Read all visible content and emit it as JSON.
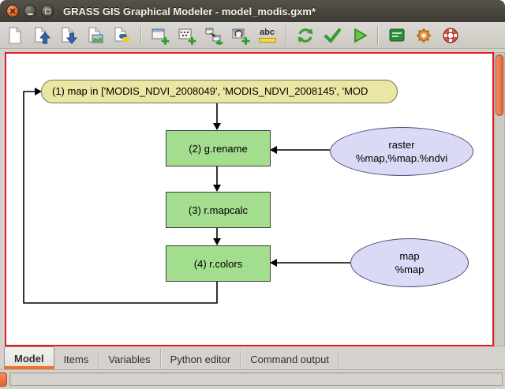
{
  "window": {
    "title": "GRASS GIS Graphical Modeler - model_modis.gxm*"
  },
  "toolbar": {
    "comment_label": "abc",
    "icons": [
      "new-model",
      "load-model",
      "save-model",
      "export-image",
      "export-python",
      "add-command",
      "add-data",
      "add-relation",
      "add-loop",
      "add-comment",
      "redraw-model",
      "validate-model",
      "run-model",
      "variables-panel",
      "model-settings",
      "help"
    ]
  },
  "canvas": {
    "loop_node": {
      "label": "(1) map in ['MODIS_NDVI_2008049', 'MODIS_NDVI_2008145', 'MOD"
    },
    "modules": [
      {
        "label": "(2) g.rename"
      },
      {
        "label": "(3) r.mapcalc"
      },
      {
        "label": "(4) r.colors"
      }
    ],
    "data_nodes": [
      {
        "line1": "raster",
        "line2": "%map,%map.%ndvi"
      },
      {
        "line1": "map",
        "line2": "%map"
      }
    ]
  },
  "tabs": [
    {
      "label": "Model"
    },
    {
      "label": "Items"
    },
    {
      "label": "Variables"
    },
    {
      "label": "Python editor"
    },
    {
      "label": "Command output"
    }
  ],
  "statusbar": {
    "text": ""
  },
  "colors": {
    "accent_orange": "#f4702c",
    "module_green": "#a3dd8e",
    "loop_yellow": "#ece6a4",
    "data_lavender": "#dadaf7",
    "canvas_border_red": "#e01b24",
    "titlebar_dark": "#3d3b35"
  }
}
